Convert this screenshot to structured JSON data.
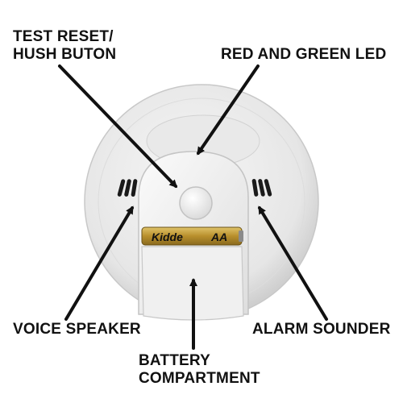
{
  "labels": {
    "test_reset_line1": "TEST RESET/",
    "test_reset_line2": "HUSH BUTON",
    "led": "RED AND GREEN LED",
    "voice_speaker": "VOICE SPEAKER",
    "alarm_sounder": "ALARM SOUNDER",
    "battery_line1": "BATTERY",
    "battery_line2": "COMPARTMENT"
  },
  "battery": {
    "brand": "Kidde",
    "size": "AA"
  },
  "colors": {
    "label_text": "#111111",
    "device_body": "#ececec",
    "device_shadow": "#cfcfcf",
    "battery_gold": "#c9a54a",
    "arrow": "#111111"
  }
}
